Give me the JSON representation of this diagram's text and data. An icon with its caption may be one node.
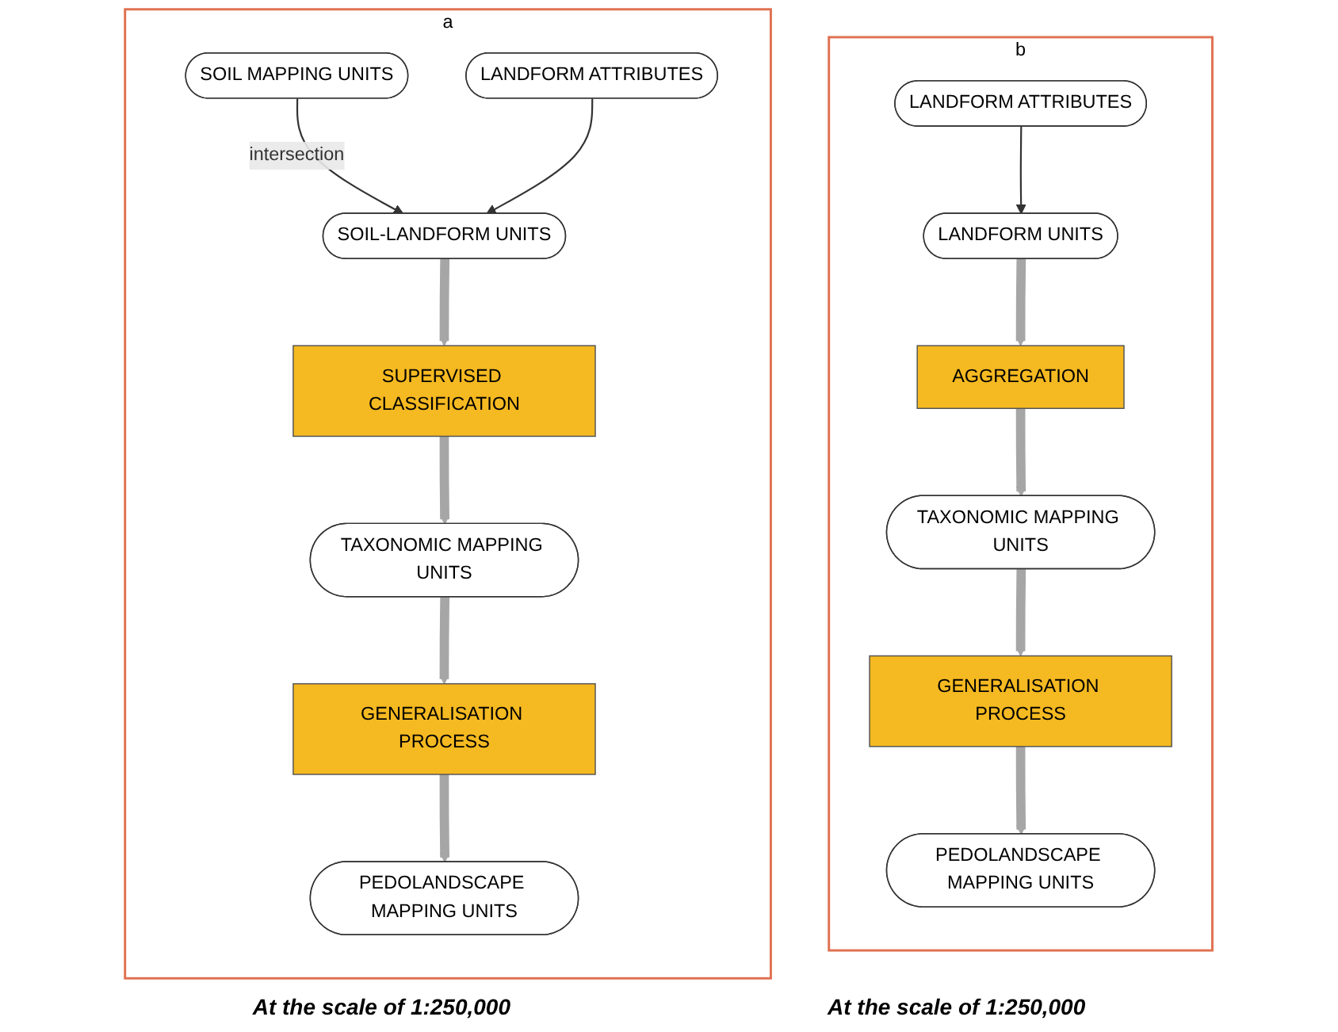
{
  "diagram": {
    "nodes": [
      {
        "text": [
          "a"
        ]
      },
      {
        "text": [
          "SOIL MAPPING UNITS"
        ],
        "in": 0
      },
      {
        "text": [
          "LANDFORM ATTRIBUTES"
        ],
        "in": 0
      },
      {
        "text": [
          "SOIL-LANDFORM UNITS"
        ],
        "in": 0
      },
      {
        "text": [
          "SUPERVISED CLASSIFICATION"
        ],
        "in": 0
      },
      {
        "text": [
          "TAXONOMIC MAPPING UNITS"
        ],
        "in": 0
      },
      {
        "text": [
          "GENERALISATION PROCESS"
        ],
        "in": 0
      },
      {
        "text": [
          "PEDOLANDSCAPE MAPPING UNITS"
        ],
        "in": 0
      },
      {
        "text": [
          "b"
        ]
      },
      {
        "text": [
          "LANDFORM ATTRIBUTES"
        ],
        "in": 8
      },
      {
        "text": [
          "LANDFORM UNITS"
        ],
        "in": 8
      },
      {
        "text": [
          "AGGREGATION"
        ],
        "in": 8
      },
      {
        "text": [
          "TAXONOMIC MAPPING UNITS"
        ],
        "in": 8
      },
      {
        "text": [
          "GENERALISATION PROCESS"
        ],
        "in": 8
      },
      {
        "text": [
          "PEDOLANDSCAPE MAPPING UNITS"
        ],
        "in": 8
      }
    ],
    "edges": [
      {
        "from": 1,
        "to": 3,
        "arrow": "to",
        "label": "intersection",
        "color": "#333333"
      },
      {
        "from": 2,
        "to": 3,
        "arrow": "to",
        "color": "#333333"
      },
      {
        "from": 3,
        "to": 4,
        "arrow": "to"
      },
      {
        "from": 4,
        "to": 5,
        "arrow": "to"
      },
      {
        "from": 5,
        "to": 6,
        "arrow": "to"
      },
      {
        "from": 6,
        "to": 7,
        "arrow": "to"
      },
      {
        "from": 9,
        "to": 10,
        "arrow": "to",
        "color": "#333333"
      },
      {
        "from": 10,
        "to": 11,
        "arrow": "to"
      },
      {
        "from": 11,
        "to": 12,
        "arrow": "to"
      },
      {
        "from": 12,
        "to": 13,
        "arrow": "to"
      },
      {
        "from": 13,
        "to": 14,
        "arrow": "to"
      }
    ],
    "labels": [
      "At the scale of 1:250,000",
      "At the scale of 1:250,000"
    ]
  }
}
